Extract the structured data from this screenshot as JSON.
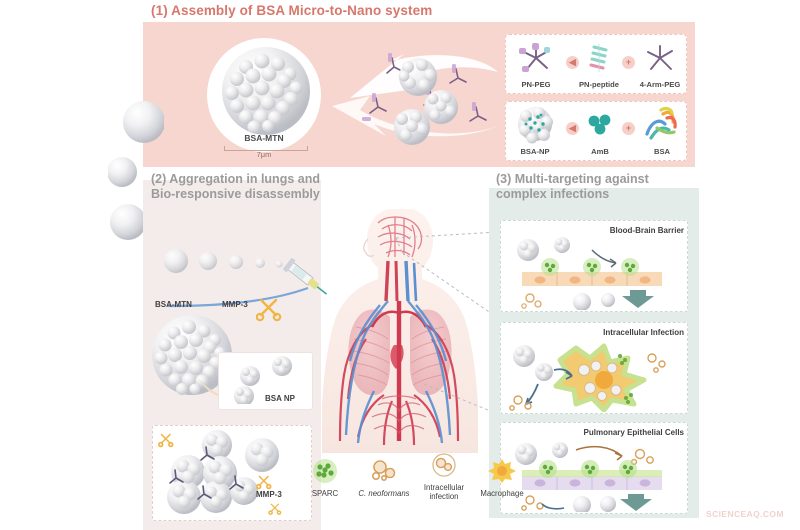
{
  "figure": {
    "watermark": "SCIENCEAQ.COM",
    "background_color": "#ffffff"
  },
  "panel1": {
    "title": "(1) Assembly of BSA Micro-to-Nano system",
    "title_color": "#d8776b",
    "background_color": "#f8d6d0",
    "microsphere": {
      "label": "BSA-MTN",
      "scale_label": "7μm"
    },
    "components_row1": {
      "items": [
        {
          "label": "PN-PEG",
          "icon": "four-arm-polymer-icon"
        },
        {
          "label": "PN-peptide",
          "icon": "peptide-helix-icon"
        },
        {
          "label": "4-Arm-PEG",
          "icon": "four-arm-peg-icon"
        }
      ],
      "operators": [
        "◀",
        "+"
      ]
    },
    "components_row2": {
      "items": [
        {
          "label": "BSA-NP",
          "icon": "nanoparticle-icon"
        },
        {
          "label": "AmB",
          "icon": "amphotericin-b-icon"
        },
        {
          "label": "BSA",
          "icon": "protein-ribbon-icon"
        }
      ],
      "operators": [
        "◀",
        "+"
      ]
    },
    "arrow": {
      "name": "assembly-arrow",
      "direction": "left",
      "color": "#ffffff"
    }
  },
  "panel2": {
    "title_line1": "(2) Aggregation in lungs and",
    "title_line2": "Bio-responsive disassembly",
    "title_color": "#9b9b9b",
    "background_color": "#f4ecea",
    "labels": {
      "microsphere": "BSA-MTN",
      "enzyme": "MMP-3",
      "nanoparticle": "BSA NP",
      "enzyme_box": "MMP-3"
    },
    "enzyme_icon": "scissors-icon",
    "enzyme_color": "#f0b545"
  },
  "panel3": {
    "title_line1": "(3) Multi-targeting against",
    "title_line2": "complex infections",
    "title_color": "#9b9b9b",
    "background_color": "#e3ece8",
    "sub_panels": [
      {
        "title": "Blood-Brain Barrier",
        "name": "blood-brain-barrier"
      },
      {
        "title": "Intracellular Infection",
        "name": "intracellular-infection"
      },
      {
        "title": "Pulmonary Epithelial Cells",
        "name": "pulmonary-epithelial-cells"
      }
    ]
  },
  "body_illustration": {
    "name": "human-circulatory-torso",
    "features": [
      "brain-vasculature",
      "lungs",
      "arteries",
      "veins",
      "syringe-injection"
    ]
  },
  "legend": {
    "items": [
      {
        "label": "SPARC",
        "icon": "sparc-icon",
        "color": "#7dbb52",
        "italic": false
      },
      {
        "label": "C. neoformans",
        "icon": "c-neoformans-icon",
        "color": "#d9a05b",
        "italic": true
      },
      {
        "label_line1": "Intracellular",
        "label_line2": "infection",
        "icon": "intracellular-infection-icon",
        "color": "#d9a05b",
        "italic": false
      },
      {
        "label": "Macrophage",
        "icon": "macrophage-icon",
        "color": "#f5b942",
        "italic": false
      }
    ]
  }
}
